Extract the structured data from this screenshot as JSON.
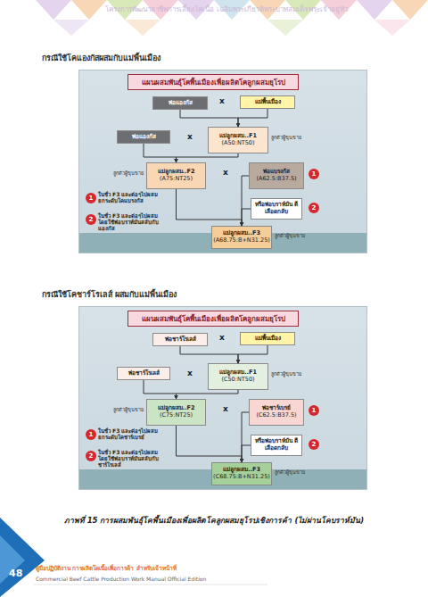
{
  "diagram": {
    "caption": "ภาพที่ 15 การผสมพันธุ์โคพื้นเมืองเพื่อผลิตโคลูกผสมยุโรปเชิงการค้า (ไม่ผ่านโคบราห์มัน)",
    "nodes": [
      {
        "text": [
          "แผนผสมพันธุ์โคพื้นเมืองเพื่อผลิตโคลูกผสมยุโรป"
        ]
      },
      {
        "text": [
          "พ่อแองกัส"
        ],
        "in": 0
      },
      {
        "text": [
          "แม่พื้นเมือง"
        ],
        "in": 0
      },
      {
        "text": [
          "พ่อแองกัส"
        ],
        "in": 0
      },
      {
        "text": [
          "แม่ลูกผสม..F1",
          "(A50:NT50)"
        ],
        "in": 0
      },
      {
        "text": [
          "แม่ลูกผสม..F2",
          "(A75:NT25)"
        ],
        "in": 0
      },
      {
        "text": [
          "พ่อแบรงกัส",
          "(A62.5:B37.5)"
        ],
        "in": 0
      },
      {
        "text": [
          "หรือพ่อบราห์มัน ตีเลือดกลับ"
        ],
        "in": 0
      },
      {
        "text": [
          "แม่ลูกผสม..F3",
          "(A68.75:B+N31.25)"
        ],
        "in": 0
      },
      {
        "text": [
          "แผนผสมพันธุ์โคพื้นเมืองเพื่อผลิตโคลูกผสมยุโรป"
        ]
      },
      {
        "text": [
          "พ่อชาร์โรเลส์"
        ],
        "in": 9
      },
      {
        "text": [
          "แม่พื้นเมือง"
        ],
        "in": 9
      },
      {
        "text": [
          "พ่อชาร์โรเลส์"
        ],
        "in": 9
      },
      {
        "text": [
          "แม่ลูกผสม..F1",
          "(C50:NT50)"
        ],
        "in": 9
      },
      {
        "text": [
          "แม่ลูกผสม..F2",
          "(C75:NT25)"
        ],
        "in": 9
      },
      {
        "text": [
          "พ่อชาร์เบรย์",
          "(C62.5:B37.5)"
        ],
        "in": 9
      },
      {
        "text": [
          "หรือพ่อบราห์มัน ตีเลือดกลับ"
        ],
        "in": 9
      },
      {
        "text": [
          "แม่ลูกผสม..F3",
          "(C68.75:B+N31.25)"
        ],
        "in": 9
      }
    ],
    "edges": [
      {
        "from": 1,
        "to": 4,
        "arrow": "to"
      },
      {
        "from": 2,
        "to": 4,
        "arrow": "to"
      },
      {
        "from": 3,
        "to": 5,
        "arrow": "to"
      },
      {
        "from": 4,
        "to": 5,
        "arrow": "to"
      },
      {
        "from": 5,
        "to": 8,
        "arrow": "to"
      },
      {
        "from": 6,
        "to": 8,
        "arrow": "to"
      },
      {
        "from": 7,
        "to": 8,
        "arrow": "to"
      },
      {
        "from": 10,
        "to": 13,
        "arrow": "to"
      },
      {
        "from": 11,
        "to": 13,
        "arrow": "to"
      },
      {
        "from": 12,
        "to": 14,
        "arrow": "to"
      },
      {
        "from": 13,
        "to": 14,
        "arrow": "to"
      },
      {
        "from": 14,
        "to": 17,
        "arrow": "to"
      },
      {
        "from": 15,
        "to": 17,
        "arrow": "to"
      },
      {
        "from": 16,
        "to": 17,
        "arrow": "to"
      }
    ],
    "labels": [
      "โครงการพัฒนาอาชีพการเลี้ยงโคเนื้อ เฉลิมพระเกียรติพระบาทสมเด็จพระเจ้าอยู่หัว",
      "กรณีใช้โคแองกัสผสมกับแม่พื้นเมือง",
      "x",
      "x",
      "ลูกตัวผู้ขุนขาย",
      "ลูกตัวผู้ขุนขาย",
      "x",
      "1",
      "1",
      "ในชั่ว F3 และต่อๆไปผสมยกระดับโคแบรงกัส",
      "2",
      "2",
      "ในชั่ว F3 และต่อๆไปผสมโดยใช้พ่อบราห์มันสลับกับแองกัส",
      "ลูกตัวผู้ขุนขาย",
      "กรณีใช้โคชาร์โรเลส์ ผสมกับแม่พื้นเมือง",
      "x",
      "x",
      "ลูกตัวผู้ขุนขาย",
      "ลูกตัวผู้ขุนขาย",
      "x",
      "1",
      "1",
      "ในชั่ว F3 และต่อๆไปผสมยกระดับโคชาร์เบรย์",
      "2",
      "2",
      "ในชั่ว F3 และต่อๆไปผสมโดยใช้พ่อบราห์มันสลับกับชาร์โรเลส์",
      "ลูกตัวผู้ขุนขาย",
      "48",
      "คู่มือปฏิบัติงาน การผลิตโคเนื้อเพื่อการค้า สำหรับเจ้าหน้าที่",
      "Commercial Beef Cattle Production Work Manual Official Edition"
    ]
  }
}
